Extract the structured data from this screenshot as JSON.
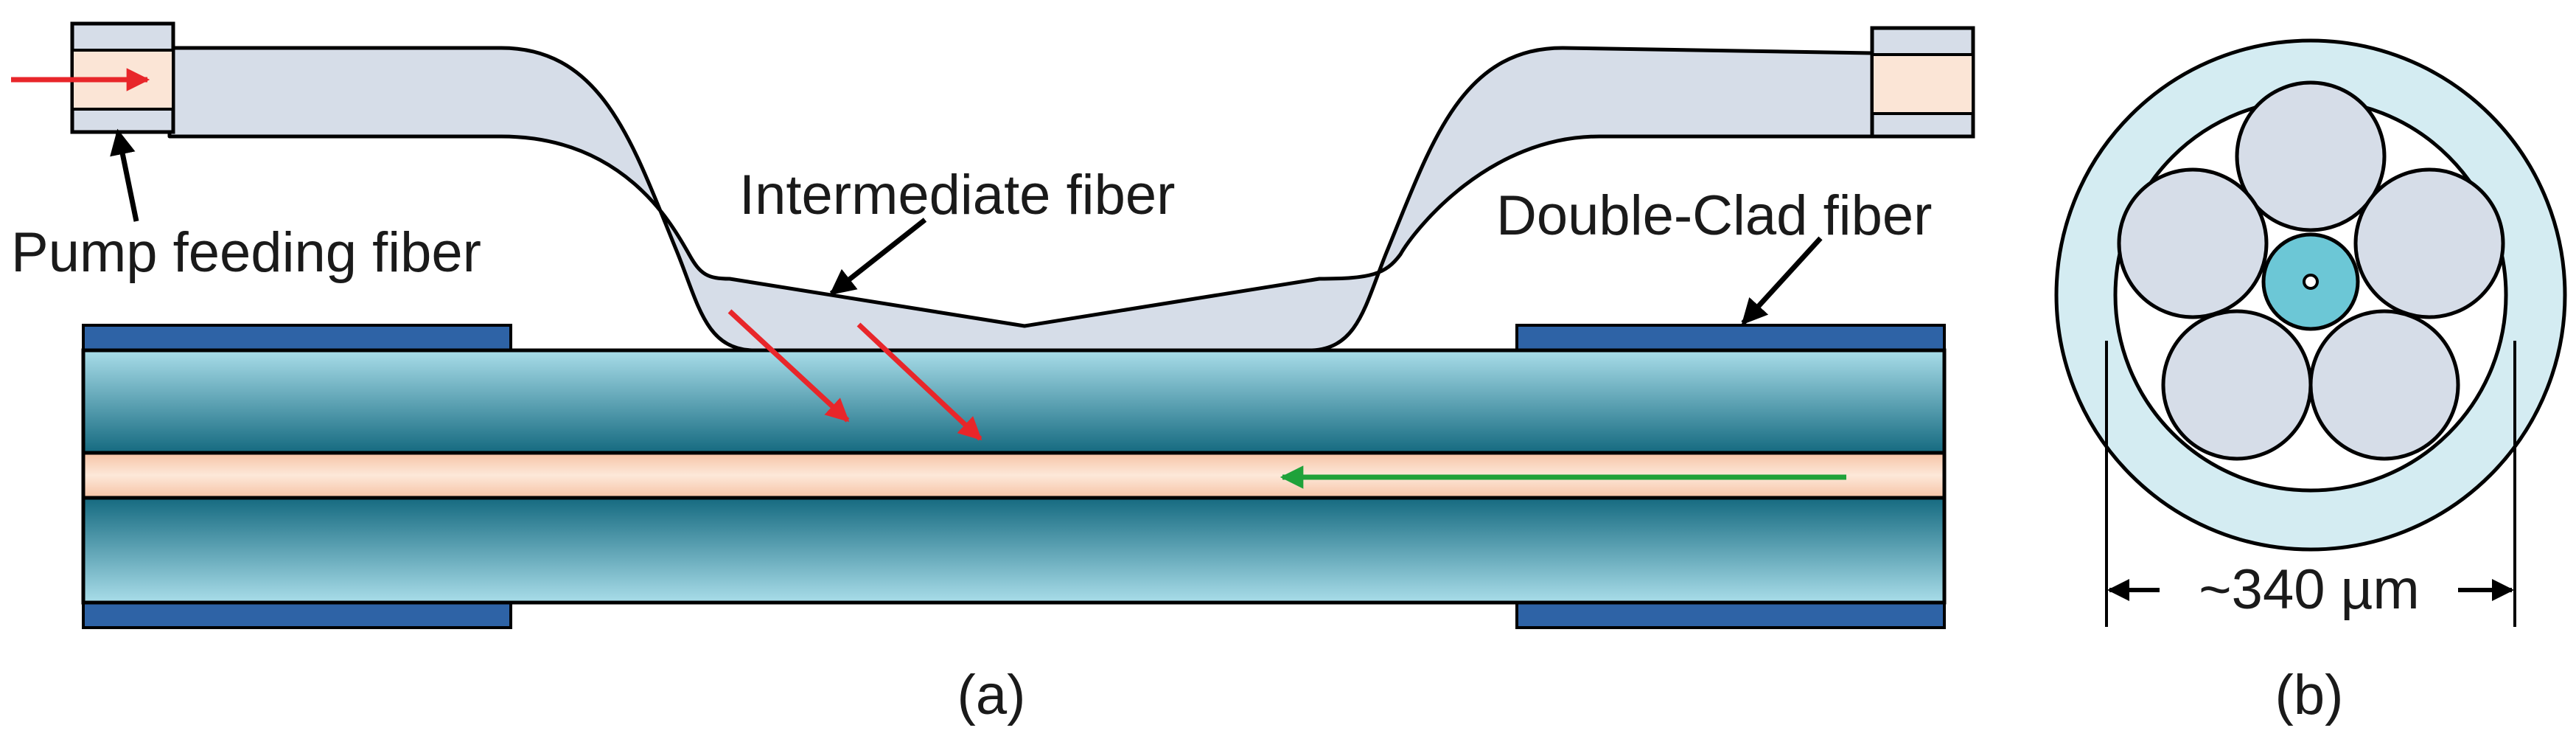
{
  "labels": {
    "pump_feeding_fiber": "Pump feeding fiber",
    "intermediate_fiber": "Intermediate fiber",
    "double_clad_fiber": "Double-Clad fiber",
    "diameter": "~340 µm",
    "caption_a": "(a)",
    "caption_b": "(b)"
  },
  "colors": {
    "pump_arrow": "#e8262a",
    "signal_arrow": "#1fa23a",
    "fiber_sleeve": "#d6dde8",
    "fiber_core": "#fbe5d6",
    "cladding_dark": "#156a80",
    "cladding_light": "#9fd8e6",
    "coating": "#2e63a6",
    "outer_ring": "#d4ecf2",
    "pump_circle": "#d6dde8",
    "inner_core": "#6cc7d6"
  }
}
